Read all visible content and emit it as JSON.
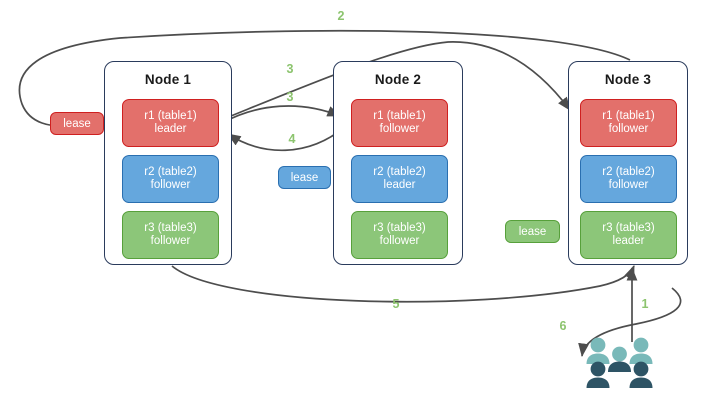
{
  "diagram": {
    "title": "Multi-node replica lease diagram",
    "colors": {
      "replica_red_fill": "#e3706b",
      "replica_red_border": "#cf2020",
      "replica_blue_fill": "#65a7dd",
      "replica_blue_border": "#2a6fb0",
      "replica_green_fill": "#8cc679",
      "replica_green_border": "#57a03b",
      "node_border": "#2a3b5c",
      "edge_stroke": "#4d4d4d",
      "step_label": "#8cc46e",
      "users_light": "#79b9b9",
      "users_dark": "#2e5465"
    },
    "nodes": [
      {
        "title": "Node 1",
        "replicas": [
          {
            "name": "r1 (table1)",
            "role": "leader",
            "color": "red"
          },
          {
            "name": "r2 (table2)",
            "role": "follower",
            "color": "blue"
          },
          {
            "name": "r3 (table3)",
            "role": "follower",
            "color": "green"
          }
        ]
      },
      {
        "title": "Node 2",
        "replicas": [
          {
            "name": "r1 (table1)",
            "role": "follower",
            "color": "red"
          },
          {
            "name": "r2 (table2)",
            "role": "leader",
            "color": "blue"
          },
          {
            "name": "r3 (table3)",
            "role": "follower",
            "color": "green"
          }
        ]
      },
      {
        "title": "Node 3",
        "replicas": [
          {
            "name": "r1 (table1)",
            "role": "follower",
            "color": "red"
          },
          {
            "name": "r2 (table2)",
            "role": "follower",
            "color": "blue"
          },
          {
            "name": "r3 (table3)",
            "role": "leader",
            "color": "green"
          }
        ]
      }
    ],
    "leases": [
      {
        "label": "lease",
        "color": "red"
      },
      {
        "label": "lease",
        "color": "blue"
      },
      {
        "label": "lease",
        "color": "green"
      }
    ],
    "steps": [
      {
        "label": "1"
      },
      {
        "label": "2"
      },
      {
        "label": "3"
      },
      {
        "label": "3"
      },
      {
        "label": "4"
      },
      {
        "label": "5"
      },
      {
        "label": "6"
      }
    ],
    "users_icon": "users-group-icon"
  }
}
